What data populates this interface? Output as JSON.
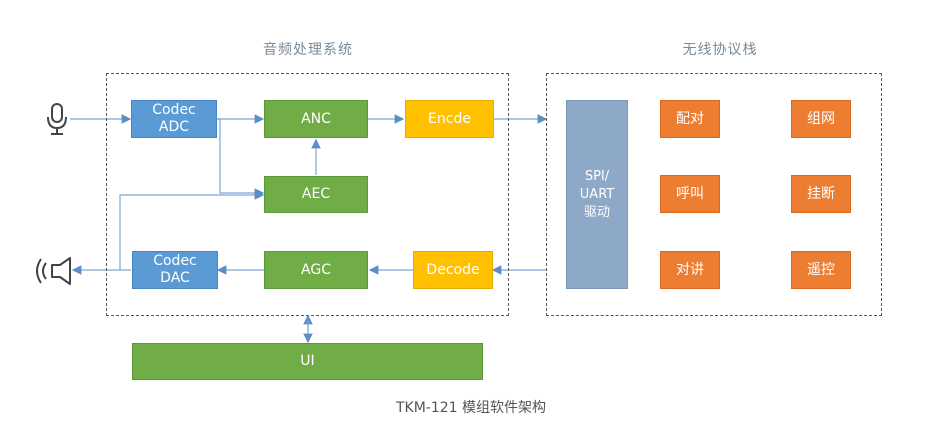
{
  "groups": {
    "audio_title": "音频处理系统",
    "wireless_title": "无线协议栈"
  },
  "blocks": {
    "codec_adc": "Codec\nADC",
    "anc": "ANC",
    "encode": "Encde",
    "aec": "AEC",
    "codec_dac": "Codec\nDAC",
    "agc": "AGC",
    "decode": "Decode",
    "spi_uart": "SPI/\nUART\n驱动",
    "pairing": "配对",
    "networking": "组网",
    "call": "呼叫",
    "hangup": "挂断",
    "intercom": "对讲",
    "remote": "遥控",
    "ui": "UI"
  },
  "icons": {
    "microphone": "microphone-icon",
    "speaker": "speaker-icon"
  },
  "colors": {
    "codec": "#5b9bd5",
    "dsp": "#70ad47",
    "codec_coding": "#ffc000",
    "protocol": "#ed7d31",
    "driver": "#8ea9c8",
    "connector": "#5b8ec4"
  },
  "caption": "TKM-121 模组软件架构"
}
